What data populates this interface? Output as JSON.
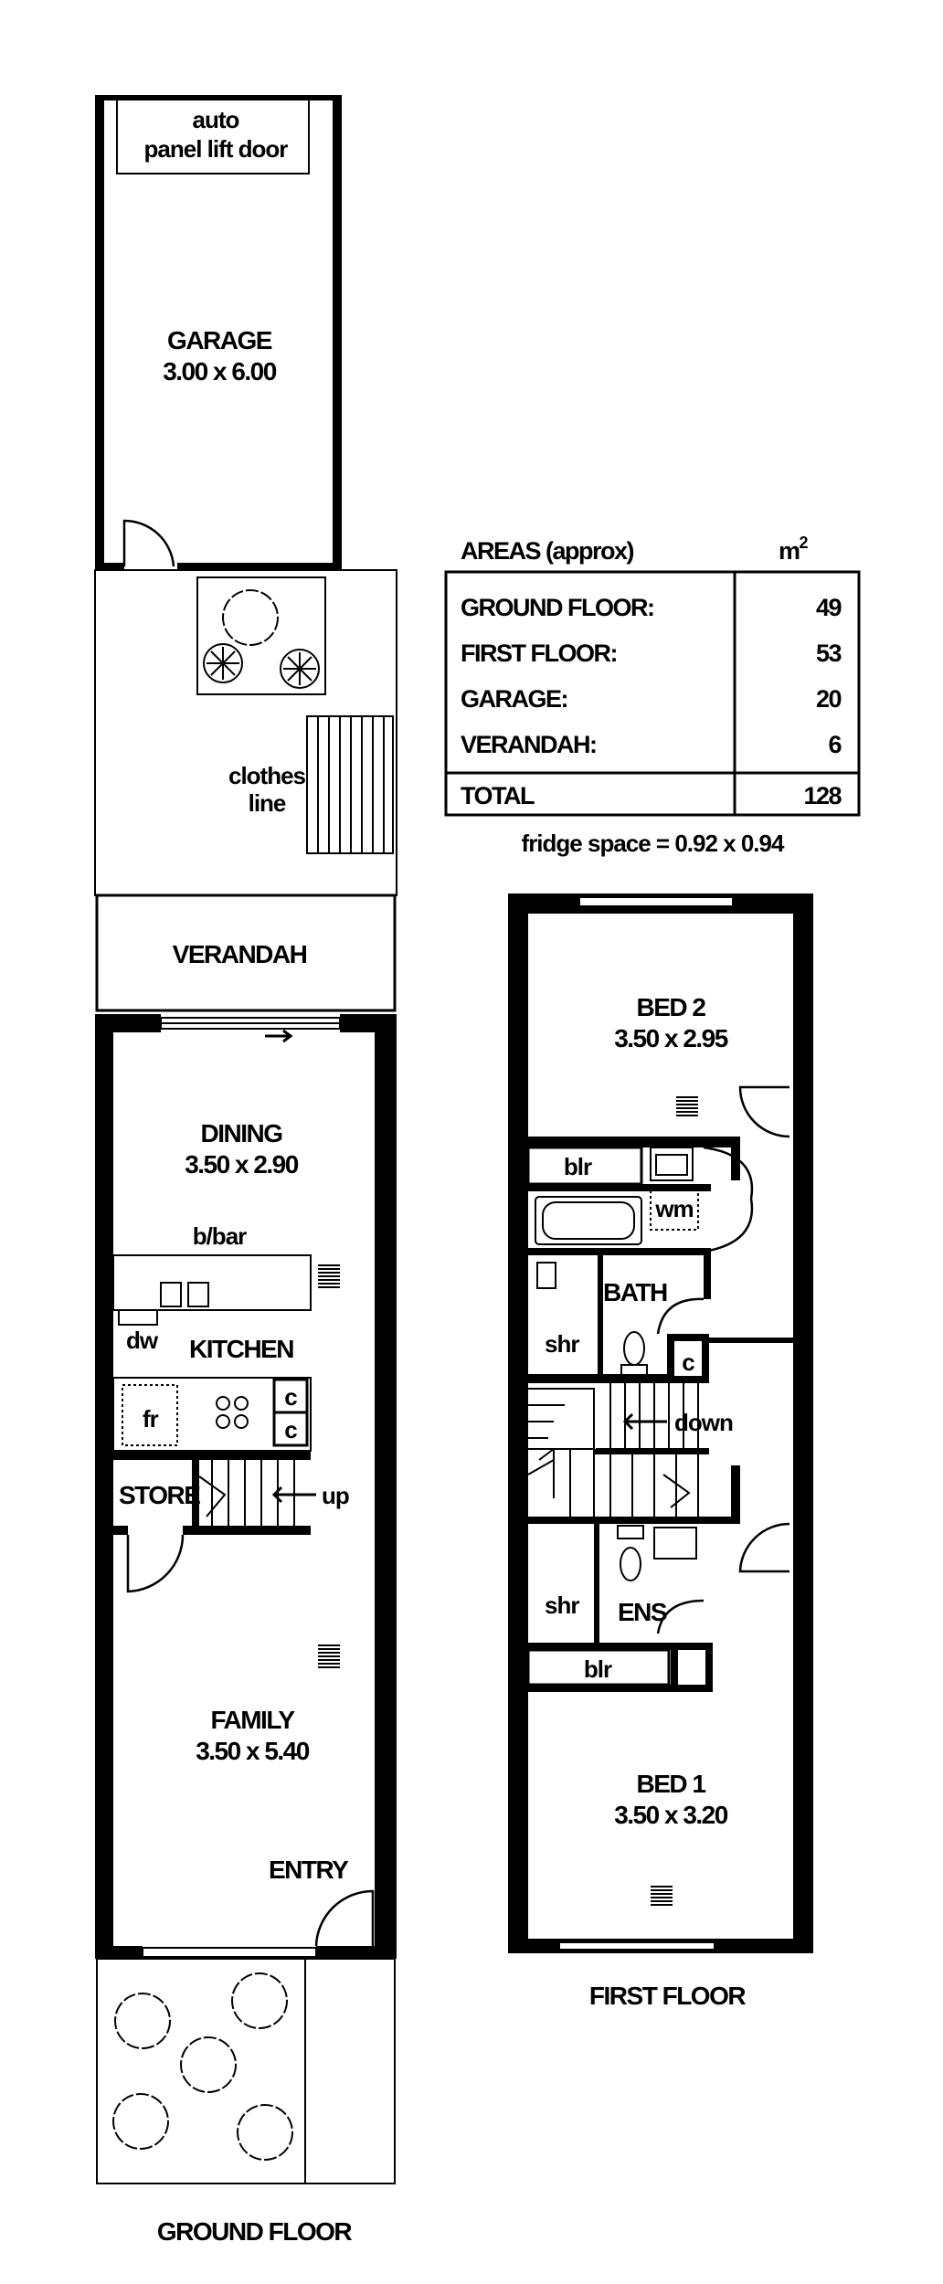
{
  "ground_floor": {
    "title": "GROUND FLOOR",
    "garage_door": [
      "auto",
      "panel lift door"
    ],
    "garage": [
      "GARAGE",
      "3.00 x 6.00"
    ],
    "clothes_line": [
      "clothes",
      "line"
    ],
    "verandah": "VERANDAH",
    "dining": [
      "DINING",
      "3.50 x 2.90"
    ],
    "bbar": "b/bar",
    "dw": "dw",
    "kitchen": "KITCHEN",
    "fr": "fr",
    "c1": "c",
    "c2": "c",
    "store": "STORE",
    "up": "up",
    "family": [
      "FAMILY",
      "3.50 x 5.40"
    ],
    "entry": "ENTRY"
  },
  "areas": {
    "heading": "AREAS (approx)",
    "unit": "m",
    "unit_sup": "2",
    "rows": [
      {
        "label": "GROUND FLOOR:",
        "value": "49"
      },
      {
        "label": "FIRST FLOOR:",
        "value": "53"
      },
      {
        "label": "GARAGE:",
        "value": "20"
      },
      {
        "label": "VERANDAH:",
        "value": "6"
      }
    ],
    "total": {
      "label": "TOTAL",
      "value": "128"
    },
    "fridge_note": "fridge space = 0.92 x 0.94"
  },
  "first_floor": {
    "title": "FIRST FLOOR",
    "bed2": [
      "BED 2",
      "3.50 x 2.95"
    ],
    "blr_top": "blr",
    "wm": "wm",
    "bath": "BATH",
    "shr_top": "shr",
    "c": "c",
    "down": "down",
    "shr_bottom": "shr",
    "ens": "ENS",
    "blr_bottom": "blr",
    "bed1": [
      "BED 1",
      "3.50 x 3.20"
    ]
  }
}
